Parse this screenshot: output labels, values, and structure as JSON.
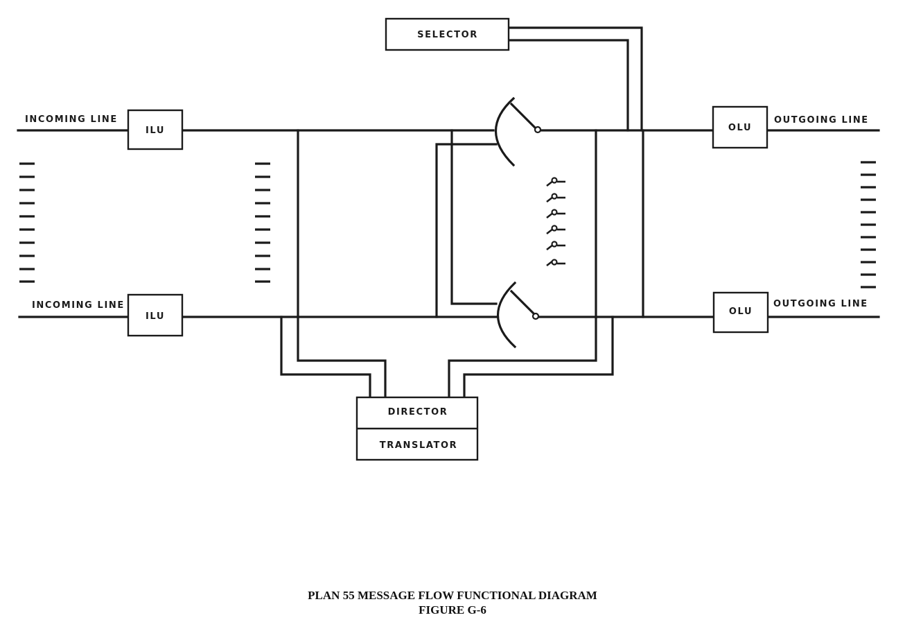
{
  "diagram": {
    "blocks": {
      "selector": "SELECTOR",
      "ilu_top": "ILU",
      "ilu_bottom": "ILU",
      "olu_top": "OLU",
      "olu_bottom": "OLU",
      "director": "DIRECTOR",
      "translator": "TRANSLATOR"
    },
    "line_labels": {
      "incoming_top": "INCOMING LINE",
      "incoming_bottom": "INCOMING LINE",
      "outgoing_top": "OUTGOING LINE",
      "outgoing_bottom": "OUTGOING LINE"
    }
  },
  "caption": {
    "title": "PLAN 55 MESSAGE FLOW FUNCTIONAL DIAGRAM",
    "figure": "FIGURE G-6"
  }
}
